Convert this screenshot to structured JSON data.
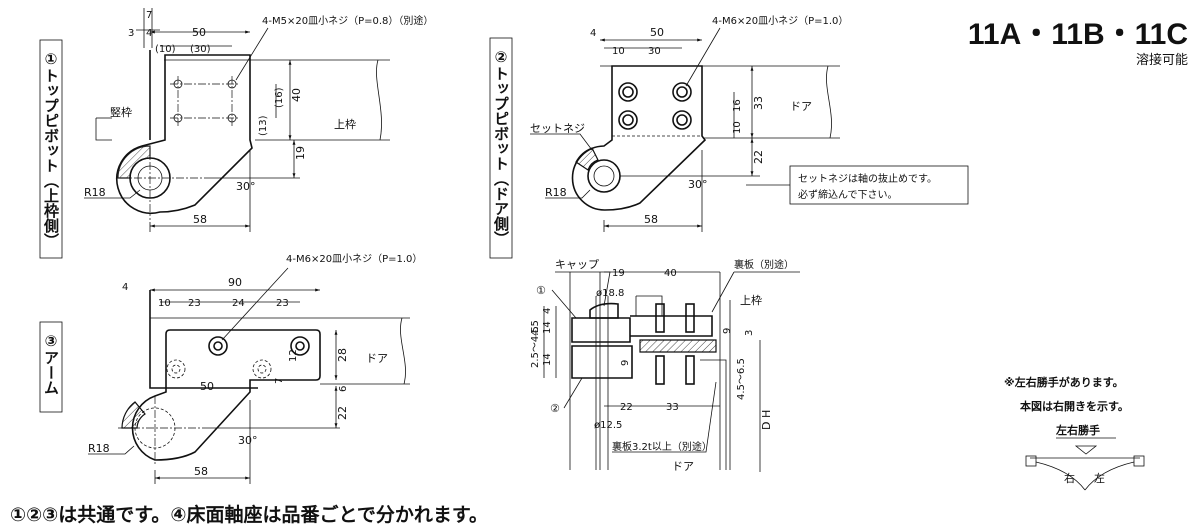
{
  "header": {
    "title": "11A・11B・11C",
    "subtitle": "溶接可能"
  },
  "view1": {
    "label": "①トップピボット（上枠側）",
    "screw_note": "4-M5×20皿小ネジ（P=0.8）（別途）",
    "frame_vertical": "竪枠",
    "frame_top": "上枠",
    "radius": "R18",
    "angle": "30°",
    "dims": [
      "7",
      "3",
      "4",
      "50",
      "(10)",
      "(30)",
      "40",
      "(16)",
      "(13)",
      "19",
      "58"
    ]
  },
  "view2": {
    "label": "②トップピボット（ドア側）",
    "screw_note": "4-M6×20皿小ネジ（P=1.0）",
    "set_screw": "セットネジ",
    "door": "ドア",
    "radius": "R18",
    "angle": "30°",
    "dims": [
      "4",
      "50",
      "10",
      "30",
      "33",
      "16",
      "10",
      "22",
      "58"
    ],
    "callout": [
      "セットネジは軸の抜止めです。",
      "必ず締込んで下さい。"
    ]
  },
  "view3": {
    "label": "③アーム",
    "screw_note": "4-M6×20皿小ネジ（P=1.0）",
    "door": "ドア",
    "radius": "R18",
    "angle": "30°",
    "dims": [
      "4",
      "90",
      "10",
      "23",
      "24",
      "23",
      "7",
      "12",
      "28",
      "6",
      "50",
      "22",
      "58"
    ]
  },
  "section": {
    "cap": "キャップ",
    "backplate": "裏板（別途）",
    "frame_top": "上枠",
    "phi1": "ø18.8",
    "phi2": "ø12.5",
    "backplate2": "裏板3.2t以上（別途）",
    "door": "ドア",
    "dh": "D H",
    "marker1": "①",
    "marker2": "②",
    "dims": [
      "19",
      "40",
      "4",
      "14",
      "4.5",
      "2.5～4.5",
      "14",
      "9",
      "9",
      "4.5～6.5",
      "3",
      "22",
      "33"
    ]
  },
  "legend": {
    "line1": "※左右勝手があります。",
    "line2": "本図は右開きを示す。",
    "line3": "左右勝手",
    "right": "右",
    "left": "左"
  },
  "footer": {
    "text": "①②③は共通です。④床面軸座は品番ごとで分かれます。"
  }
}
